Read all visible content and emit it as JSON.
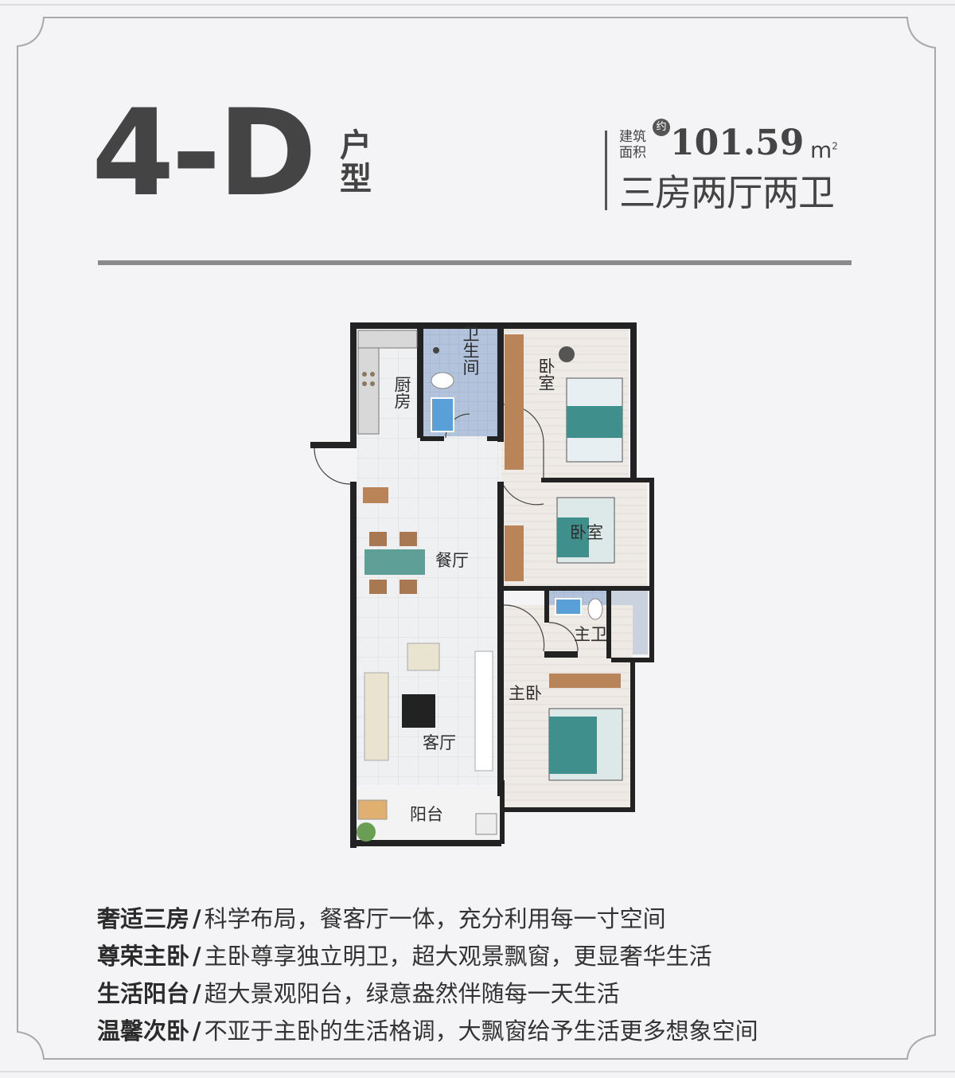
{
  "header": {
    "unit_code": "4-D",
    "unit_suffix": "户型",
    "area_label": "建筑面积",
    "approx_badge": "约",
    "area_value": "101.59",
    "area_unit": "m",
    "area_unit_sup": "2",
    "layout_type": "三房两厅两卫"
  },
  "floorplan": {
    "rooms": {
      "kitchen": "厨房",
      "bathroom": "卫生间",
      "bedroom_north": "卧室",
      "bedroom_middle": "卧室",
      "dining": "餐厅",
      "living": "客厅",
      "master_bath": "主卫",
      "master_bedroom": "主卧",
      "balcony": "阳台"
    }
  },
  "features": [
    {
      "title": "奢适三房",
      "sep": "/",
      "text": "科学布局，餐客厅一体，充分利用每一寸空间"
    },
    {
      "title": "尊荣主卧",
      "sep": "/",
      "text": "主卧尊享独立明卫，超大观景飘窗，更显奢华生活"
    },
    {
      "title": "生活阳台",
      "sep": "/",
      "text": "超大景观阳台，绿意盎然伴随每一天生活"
    },
    {
      "title": "温馨次卧",
      "sep": "/",
      "text": "不亚于主卧的生活格调，大飘窗给予生活更多想象空间"
    }
  ],
  "colors": {
    "accent_grey": "#444444",
    "floor_tile": "#eceff1",
    "bath_blue": "#a9bcd8",
    "wood": "#b9845a",
    "bed_teal": "#3f8f8c"
  }
}
